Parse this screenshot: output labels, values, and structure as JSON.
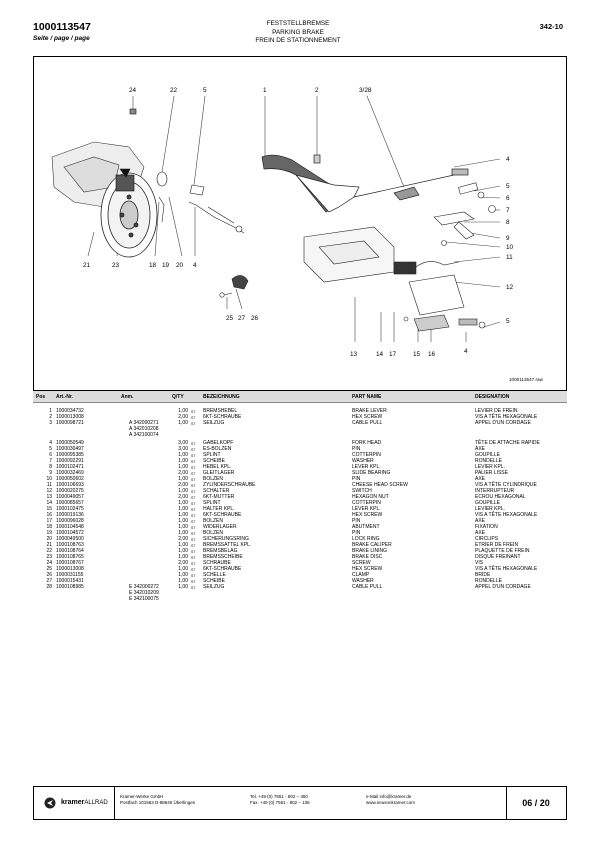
{
  "header": {
    "doc_number": "1000113547",
    "page_label": "Seite / page / page",
    "title_de": "FESTSTELLBREMSE",
    "title_en": "PARKING BRAKE",
    "title_fr": "FREIN DE STATIONNEMENT",
    "section": "342-10"
  },
  "diagram": {
    "image_id": "1000113547.raw",
    "callouts": [
      "24",
      "22",
      "5",
      "1",
      "2",
      "3/28",
      "4",
      "5",
      "6",
      "7",
      "8",
      "9",
      "10",
      "11",
      "12",
      "5",
      "4",
      "16",
      "15",
      "17",
      "14",
      "13",
      "25",
      "27",
      "26",
      "21",
      "23",
      "18",
      "19",
      "20",
      "4"
    ]
  },
  "table": {
    "headers": {
      "pos": "Pos",
      "art": "Art.-Nr.",
      "anm": "Anm.",
      "qty": "Q/TY",
      "de": "BEZEICHNUNG",
      "en": "PART NAME",
      "fr": "DESIGNATION"
    },
    "rows": [
      {
        "pos": "1",
        "art": "1000034732",
        "anm": [],
        "qty": "1,00",
        "unit": "ST",
        "de": "BREMSHEBEL",
        "en": "BRAKE LEVER",
        "fr": "LEVIER DE FREIN"
      },
      {
        "pos": "2",
        "art": "1000013008",
        "anm": [],
        "qty": "2,00",
        "unit": "ST",
        "de": "6KT-SCHRAUBE",
        "en": "HEX SCREW",
        "fr": "VIS A TÊTE HEXAGONALE"
      },
      {
        "pos": "3",
        "art": "1000098721",
        "anm": [
          "A 342000271",
          "A 342010208",
          "A 342100074"
        ],
        "qty": "1,00",
        "unit": "ST",
        "de": "SEILZUG",
        "en": "CABLE PULL",
        "fr": "APPEL D'UN CORDAGE"
      },
      {
        "pos": "4",
        "art": "1000050549",
        "anm": [],
        "qty": "3,00",
        "unit": "ST",
        "de": "GABELKOPF",
        "en": "FORK HEAD",
        "fr": "TÊTE DE ATTACHE RAPIDE"
      },
      {
        "pos": "5",
        "art": "1000030497",
        "anm": [],
        "qty": "3,00",
        "unit": "ST",
        "de": "ES-BOLZEN",
        "en": "PIN",
        "fr": "AXE"
      },
      {
        "pos": "6",
        "art": "1000095385",
        "anm": [],
        "qty": "1,00",
        "unit": "ST",
        "de": "SPLINT",
        "en": "COTTERPIN",
        "fr": "GOUPILLE"
      },
      {
        "pos": "7",
        "art": "1000092291",
        "anm": [],
        "qty": "1,00",
        "unit": "ST",
        "de": "SCHEIBE",
        "en": "WASHER",
        "fr": "RONDELLE"
      },
      {
        "pos": "8",
        "art": "1000102471",
        "anm": [],
        "qty": "1,00",
        "unit": "ST",
        "de": "HEBEL KPL.",
        "en": "LEVER KPL.",
        "fr": "LEVIER KPL."
      },
      {
        "pos": "9",
        "art": "1000032469",
        "anm": [],
        "qty": "2,00",
        "unit": "ST",
        "de": "GLEITLAGER",
        "en": "SLIDE BEARING",
        "fr": "PALIER LISSE"
      },
      {
        "pos": "10",
        "art": "1000050602",
        "anm": [],
        "qty": "1,00",
        "unit": "ST",
        "de": "BOLZEN",
        "en": "PIN",
        "fr": "AXE"
      },
      {
        "pos": "11",
        "art": "1000106693",
        "anm": [],
        "qty": "2,00",
        "unit": "ST",
        "de": "ZYLINDERSCHRAUBE",
        "en": "CHEESE HEAD SCREW",
        "fr": "VIS A TÊTE CYLINDRIQUE"
      },
      {
        "pos": "12",
        "art": "1000020275",
        "anm": [],
        "qty": "1,00",
        "unit": "ST",
        "de": "SCHALTER",
        "en": "SWITCH",
        "fr": "INTERRUPTEUR"
      },
      {
        "pos": "13",
        "art": "1000049057",
        "anm": [],
        "qty": "2,00",
        "unit": "ST",
        "de": "6KT-MUTTER",
        "en": "HEXAGON NUT",
        "fr": "ÉCROU HEXAGONAL"
      },
      {
        "pos": "14",
        "art": "1000085657",
        "anm": [],
        "qty": "1,00",
        "unit": "ST",
        "de": "SPLINT",
        "en": "COTTERPIN",
        "fr": "GOUPILLE"
      },
      {
        "pos": "15",
        "art": "1000102475",
        "anm": [],
        "qty": "1,00",
        "unit": "ST",
        "de": "HALTER KPL.",
        "en": "LEVER KPL.",
        "fr": "LEVIER KPL."
      },
      {
        "pos": "16",
        "art": "1000019136",
        "anm": [],
        "qty": "1,00",
        "unit": "ST",
        "de": "6KT-SCHRAUBE",
        "en": "HEX SCREW",
        "fr": "VIS A TÊTE HEXAGONALE"
      },
      {
        "pos": "17",
        "art": "1000096028",
        "anm": [],
        "qty": "1,00",
        "unit": "ST",
        "de": "BOLZEN",
        "en": "PIN",
        "fr": "AXE"
      },
      {
        "pos": "18",
        "art": "1000104548",
        "anm": [],
        "qty": "1,00",
        "unit": "ST",
        "de": "WIDERLAGER",
        "en": "ABUTMENT",
        "fr": "FIXATION"
      },
      {
        "pos": "19",
        "art": "1000104572",
        "anm": [],
        "qty": "1,00",
        "unit": "ST",
        "de": "BOLZEN",
        "en": "PIN",
        "fr": "AXE"
      },
      {
        "pos": "20",
        "art": "1000049500",
        "anm": [],
        "qty": "2,00",
        "unit": "ST",
        "de": "SICHERUNGSRING",
        "en": "LOCK RING",
        "fr": "CIRCLIPS"
      },
      {
        "pos": "21",
        "art": "1000108763",
        "anm": [],
        "qty": "1,00",
        "unit": "ST",
        "de": "BREMSSATTEL KPL.",
        "en": "BRAKE CALIPER",
        "fr": "ETRIER DE FREIN"
      },
      {
        "pos": "22",
        "art": "1000108764",
        "anm": [],
        "qty": "1,00",
        "unit": "ST",
        "de": "BREMSBELAG",
        "en": "BRAKE LINING",
        "fr": "PLAQUETTE DE FREIN"
      },
      {
        "pos": "23",
        "art": "1000108765",
        "anm": [],
        "qty": "1,00",
        "unit": "ST",
        "de": "BREMSSCHEIBE",
        "en": "BRAKE DISC",
        "fr": "DISQUE FREINANT"
      },
      {
        "pos": "24",
        "art": "1000108767",
        "anm": [],
        "qty": "2,00",
        "unit": "ST",
        "de": "SCHRAUBE",
        "en": "SCREW",
        "fr": "VIS"
      },
      {
        "pos": "25",
        "art": "1000013008",
        "anm": [],
        "qty": "1,00",
        "unit": "ST",
        "de": "6KT-SCHRAUBE",
        "en": "HEX SCREW",
        "fr": "VIS A TÊTE HEXAGONALE"
      },
      {
        "pos": "26",
        "art": "1000031155",
        "anm": [],
        "qty": "1,00",
        "unit": "ST",
        "de": "SCHELLE",
        "en": "CLAMP",
        "fr": "BRIDE"
      },
      {
        "pos": "27",
        "art": "1000015431",
        "anm": [],
        "qty": "1,00",
        "unit": "ST",
        "de": "SCHEIBE",
        "en": "WASHER",
        "fr": "RONDELLE"
      },
      {
        "pos": "28",
        "art": "1000108985",
        "anm": [
          "E 342000272",
          "E 342010209",
          "E 342100075"
        ],
        "qty": "1,00",
        "unit": "ST",
        "de": "SEILZUG",
        "en": "CABLE PULL",
        "fr": "APPEL D'UN CORDAGE"
      }
    ]
  },
  "footer": {
    "logo_main": "kramer",
    "logo_sub": "ALLRAD",
    "company_1": "Kramer-Werke GmbH",
    "company_2": "Postfach 101563 D-88645 Überlingen",
    "phone": "Tel. +49 (0) 7551 - 802 – 450",
    "fax": "Fax. +49 (0) 7551 - 802 – 136",
    "email": "e-Mail info@kramer.de",
    "web": "www.neusonkramer.com",
    "page": "06 / 20"
  }
}
